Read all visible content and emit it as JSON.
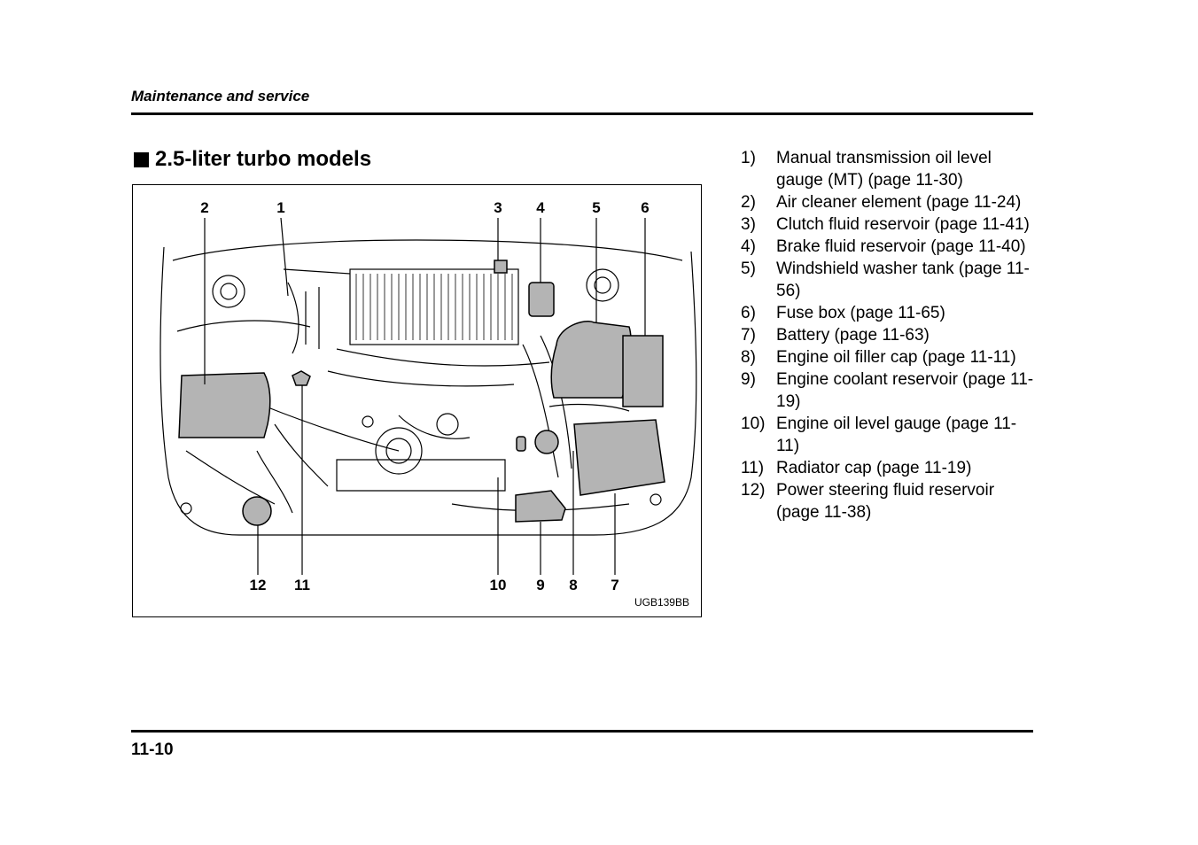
{
  "header": {
    "title": "Maintenance and service"
  },
  "section": {
    "heading": "2.5-liter turbo models"
  },
  "figure": {
    "code": "UGB139BB",
    "callouts_top": [
      "2",
      "1",
      "3",
      "4",
      "5",
      "6"
    ],
    "callouts_bottom": [
      "12",
      "11",
      "10",
      "9",
      "8",
      "7"
    ]
  },
  "legend": [
    {
      "num": "1)",
      "text": "Manual transmission oil level gauge (MT) (page 11-30)"
    },
    {
      "num": "2)",
      "text": "Air cleaner element (page 11-24)"
    },
    {
      "num": "3)",
      "text": "Clutch fluid reservoir (page 11-41)"
    },
    {
      "num": "4)",
      "text": "Brake fluid reservoir (page 11-40)"
    },
    {
      "num": "5)",
      "text": "Windshield washer tank (page 11-56)"
    },
    {
      "num": "6)",
      "text": "Fuse box (page 11-65)"
    },
    {
      "num": "7)",
      "text": "Battery (page 11-63)"
    },
    {
      "num": "8)",
      "text": "Engine oil filler cap (page 11-11)"
    },
    {
      "num": "9)",
      "text": "Engine coolant reservoir (page 11-19)"
    },
    {
      "num": "10)",
      "text": "Engine oil level gauge (page 11-11)"
    },
    {
      "num": "11)",
      "text": "Radiator cap (page 11-19)"
    },
    {
      "num": "12)",
      "text": "Power steering fluid reservoir (page 11-38)"
    }
  ],
  "footer": {
    "page_number": "11-10"
  }
}
